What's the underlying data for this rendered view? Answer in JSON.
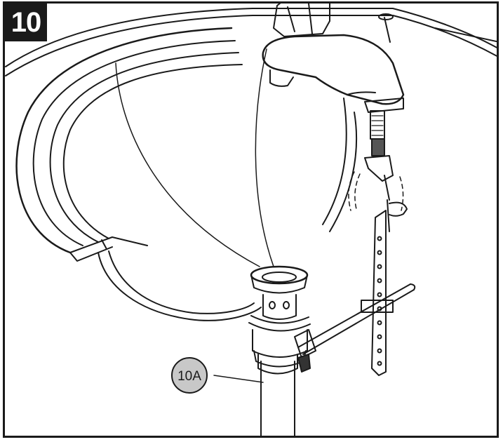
{
  "step_number": "10",
  "callouts": [
    {
      "id": "10A",
      "label": "10A"
    }
  ],
  "colors": {
    "frame": "#1a1a1a",
    "badge_bg": "#1a1a1a",
    "badge_text": "#ffffff",
    "callout_fill": "#c8c8c8",
    "line": "#1a1a1a"
  },
  "icons": [
    "faucet",
    "lavatory-sink",
    "pop-up-drain",
    "lift-rod",
    "extension-strap",
    "tailpiece"
  ]
}
